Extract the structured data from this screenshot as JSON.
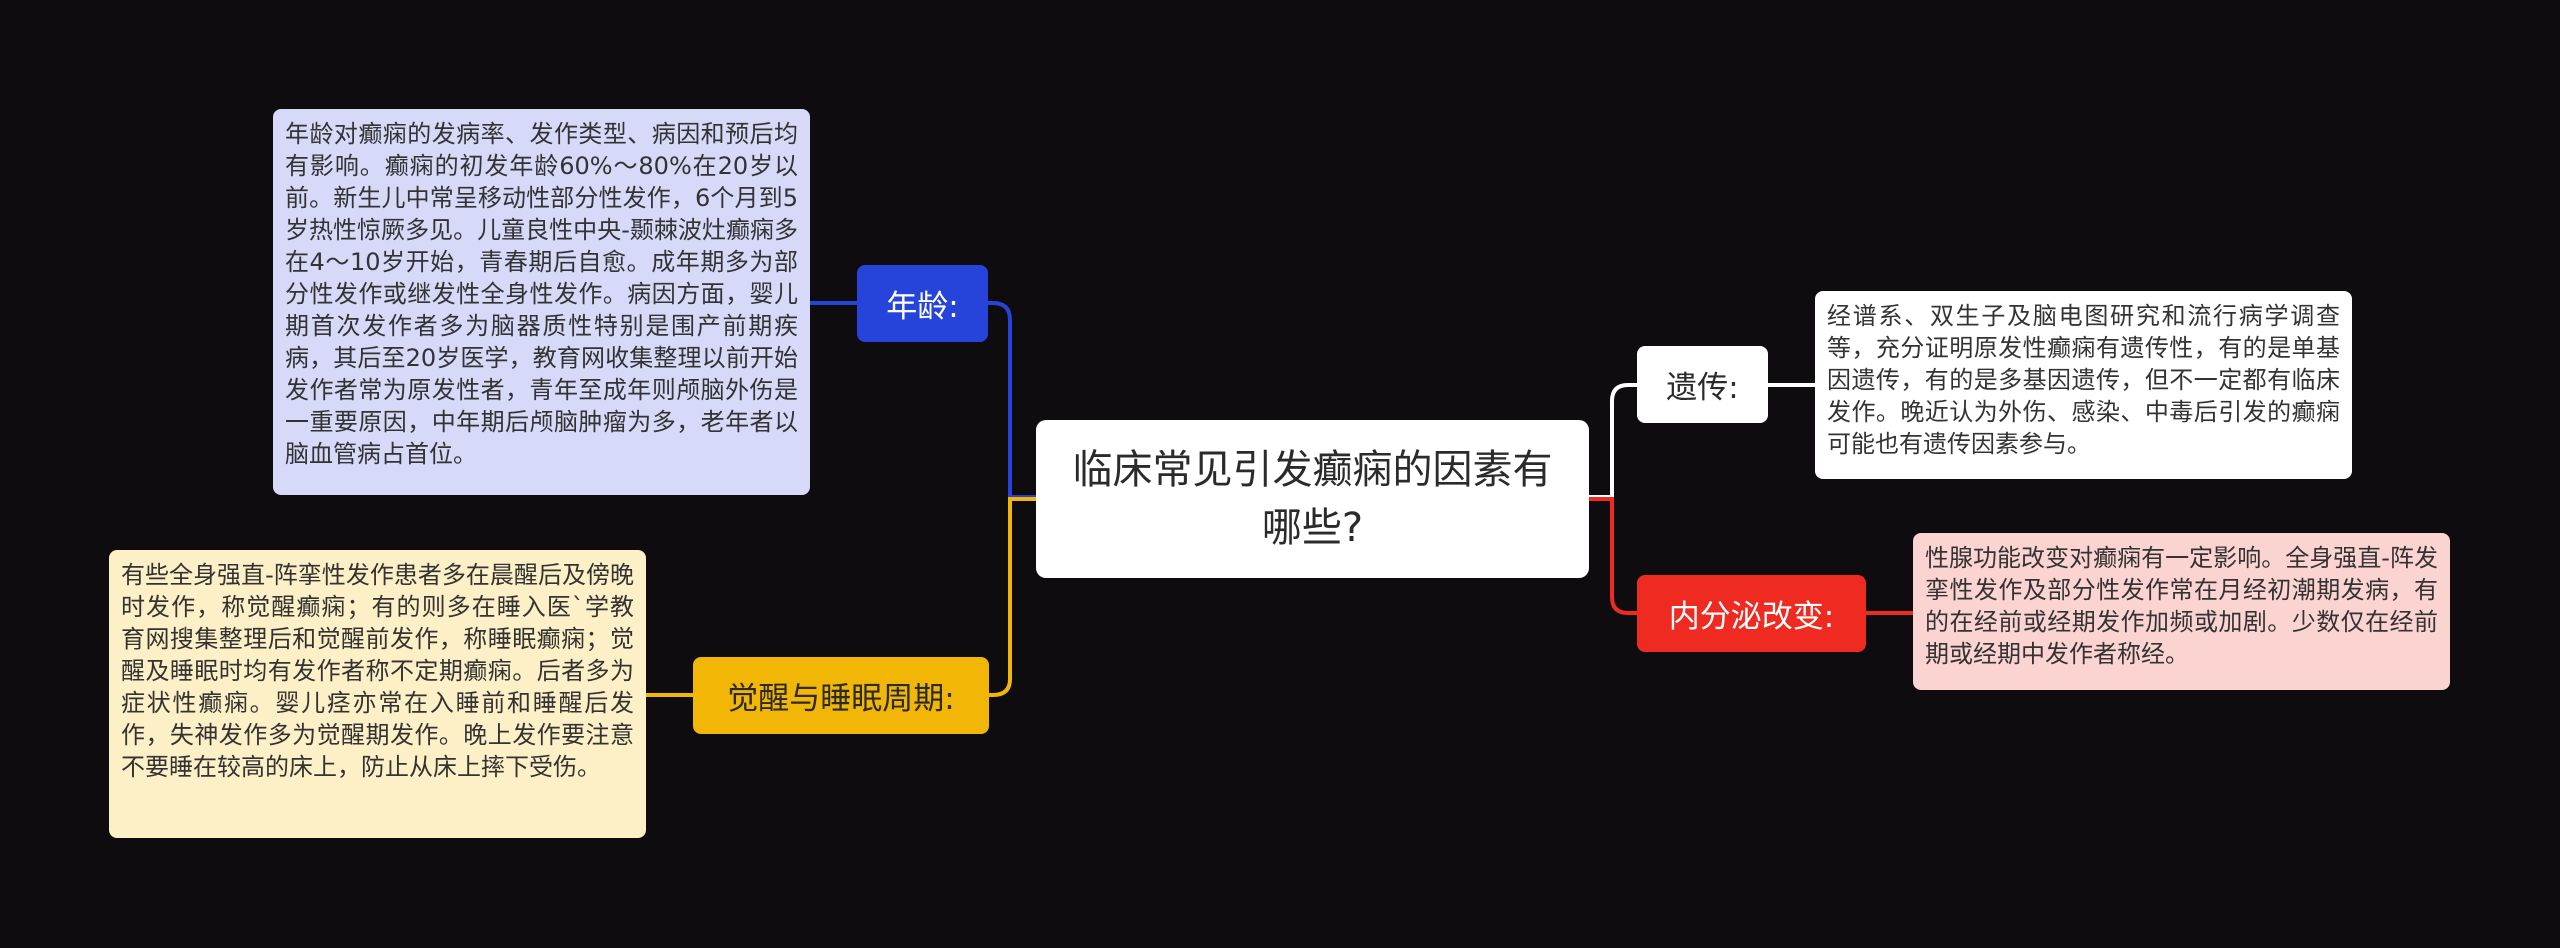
{
  "root": {
    "title": "临床常见引发癫痫的因素有哪些?"
  },
  "branches": [
    {
      "label": "年龄:",
      "color": "#2644d9",
      "detail": "年龄对癫痫的发病率、发作类型、病因和预后均有影响。癫痫的初发年龄60%～80%在20岁以前。新生儿中常呈移动性部分性发作，6个月到5岁热性惊厥多见。儿童良性中央-颞棘波灶癫痫多在4～10岁开始，青春期后自愈。成年期多为部分性发作或继发性全身性发作。病因方面，婴儿期首次发作者多为脑器质性特别是围产前期疾病，其后至20岁医学，教育网收集整理以前开始发作者常为原发性者，青年至成年则颅脑外伤是一重要原因，中年期后颅脑肿瘤为多，老年者以脑血管病占首位。"
    },
    {
      "label": "觉醒与睡眠周期:",
      "color": "#f2b606",
      "detail": "有些全身强直-阵挛性发作患者多在晨醒后及傍晚时发作，称觉醒癫痫；有的则多在睡入医`学教育网搜集整理后和觉醒前发作，称睡眠癫痫；觉醒及睡眠时均有发作者称不定期癫痫。后者多为症状性癫痫。婴儿痉亦常在入睡前和睡醒后发作，失神发作多为觉醒期发作。晚上发作要注意不要睡在较高的床上，防止从床上摔下受伤。"
    },
    {
      "label": "遗传:",
      "color": "#ffffff",
      "detail": "经谱系、双生子及脑电图研究和流行病学调查等，充分证明原发性癫痫有遗传性，有的是单基因遗传，有的是多基因遗传，但不一定都有临床发作。晚近认为外伤、感染、中毒后引发的癫痫可能也有遗传因素参与。"
    },
    {
      "label": "内分泌改变:",
      "color": "#ef2a20",
      "detail": "性腺功能改变对癫痫有一定影响。全身强直-阵发挛性发作及部分性发作常在月经初潮期发病，有的在经前或经期发作加频或加剧。少数仅在经前期或经期中发作者称经。"
    }
  ],
  "link_colors": {
    "age": "#2644d9",
    "sleep": "#f2b606",
    "genetics": "#ffffff",
    "endocrine": "#ef2a20"
  }
}
